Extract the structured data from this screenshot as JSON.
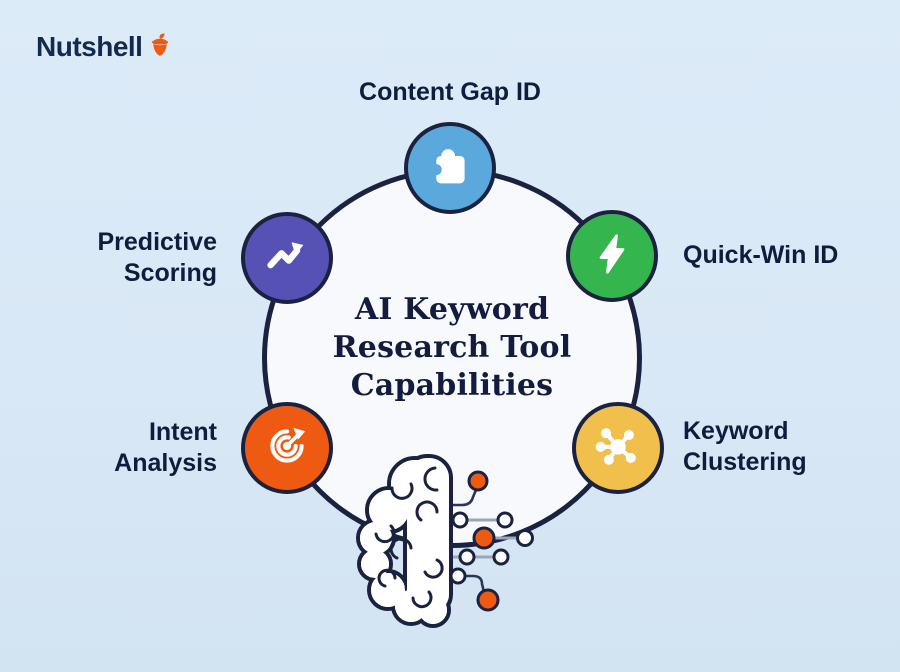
{
  "brand": {
    "name": "Nutshell",
    "logo_icon": "acorn-icon",
    "logo_color": "#ef5a13",
    "text_color": "#14294e"
  },
  "title": {
    "full": "AI Keyword Research Tool Capabilities",
    "lines": [
      "AI Keyword",
      "Research Tool",
      "Capabilities"
    ]
  },
  "capabilities": [
    {
      "id": "content-gap-id",
      "label": "Content Gap ID",
      "icon": "puzzle-icon",
      "circle_color": "#5ba8dd",
      "position": "top"
    },
    {
      "id": "quick-win-id",
      "label": "Quick-Win ID",
      "icon": "lightning-bolt-icon",
      "circle_color": "#35b54d",
      "position": "upper-right"
    },
    {
      "id": "keyword-clustering",
      "label": "Keyword Clustering",
      "label_lines": [
        "Keyword",
        "Clustering"
      ],
      "icon": "cluster-network-icon",
      "circle_color": "#f0bf4c",
      "position": "lower-right"
    },
    {
      "id": "intent-analysis",
      "label": "Intent Analysis",
      "label_lines": [
        "Intent",
        "Analysis"
      ],
      "icon": "target-dart-icon",
      "circle_color": "#ef5a13",
      "position": "lower-left"
    },
    {
      "id": "predictive-scoring",
      "label": "Predictive Scoring",
      "label_lines": [
        "Predictive",
        "Scoring"
      ],
      "icon": "trend-up-arrow-icon",
      "circle_color": "#5551b5",
      "position": "upper-left"
    }
  ],
  "illustration": {
    "name": "brain-circuit",
    "accent_node_color": "#ef5a13",
    "neutral_node_color": "#ffffff",
    "outline_color": "#1a2240"
  },
  "colors": {
    "background": "#d9e8f6",
    "ring_fill": "#f8f9fc",
    "outline_navy": "#1a2240",
    "text_navy": "#0e1c3e"
  }
}
